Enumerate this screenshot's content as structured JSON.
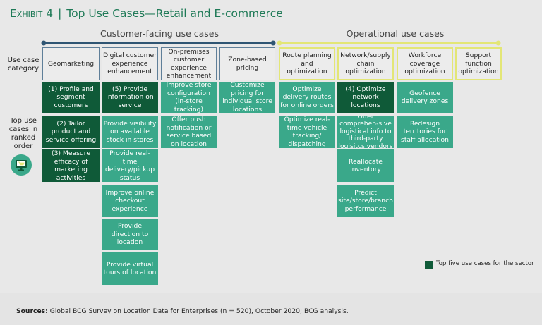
{
  "title": {
    "exhibit": "Exhibit 4",
    "separator": "|",
    "text": "Top Use Cases—Retail and E-commerce"
  },
  "groups": {
    "customer_facing": "Customer-facing use cases",
    "operational": "Operational use cases"
  },
  "side_labels": {
    "category": "Use case category",
    "ranked": "Top use cases in ranked order"
  },
  "icon": "shopping-cart-monitor-icon",
  "columns": [
    {
      "header": "Geomarketing",
      "group": "customer",
      "cells": [
        {
          "text": "(1) Profile and segment customers",
          "top": true
        },
        {
          "text": "(2) Tailor product and service offering",
          "top": true
        },
        {
          "text": "(3) Measure efficacy of marketing activities",
          "top": true
        }
      ]
    },
    {
      "header": "Digital customer experience enhancement",
      "group": "customer",
      "cells": [
        {
          "text": "(5) Provide information on service",
          "top": true
        },
        {
          "text": "Provide visibility on available stock in stores",
          "top": false
        },
        {
          "text": "Provide real-time delivery/pickup status",
          "top": false
        },
        {
          "text": "Improve online checkout experience",
          "top": false
        },
        {
          "text": "Provide direction to location",
          "top": false
        },
        {
          "text": "Provide virtual tours of location",
          "top": false
        }
      ]
    },
    {
      "header": "On-premises customer experience enhancement",
      "group": "customer",
      "cells": [
        {
          "text": "Improve store configuration (in-store tracking)",
          "top": false
        },
        {
          "text": "Offer push notification or service based on location",
          "top": false
        }
      ]
    },
    {
      "header": "Zone-based pricing",
      "group": "customer",
      "cells": [
        {
          "text": "Customize pricing for individual store locations",
          "top": false
        }
      ]
    },
    {
      "header": "Route planning and optimization",
      "group": "operational",
      "cells": [
        {
          "text": "Optimize delivery routes for online orders",
          "top": false
        },
        {
          "text": "Optimize real-time vehicle tracking/ dispatching",
          "top": false
        }
      ]
    },
    {
      "header": "Network/supply chain optimization",
      "group": "operational",
      "cells": [
        {
          "text": "(4) Optimize network locations",
          "top": true
        },
        {
          "text": "Offer comprehen-sive logistical info to third-party logisitcs vendors",
          "top": false
        },
        {
          "text": "Reallocate inventory",
          "top": false
        },
        {
          "text": "Predict site/store/branch performance",
          "top": false
        }
      ]
    },
    {
      "header": "Workforce coverage optimization",
      "group": "operational",
      "cells": [
        {
          "text": "Geofence delivery zones",
          "top": false
        },
        {
          "text": "Redesign territories for staff allocation",
          "top": false
        }
      ]
    },
    {
      "header": "Support function optimization",
      "group": "operational",
      "cells": []
    }
  ],
  "legend": {
    "text": "Top five use cases for the sector"
  },
  "sources": {
    "label": "Sources:",
    "text": "Global BCG Survey on Location Data for Enterprises (n = 520), October 2020; BCG analysis."
  },
  "colors": {
    "top_five": "#0f5a38",
    "other": "#3aa88a",
    "customer_line": "#2f5573",
    "operational_line": "#e3e676",
    "title": "#1f7a57"
  }
}
